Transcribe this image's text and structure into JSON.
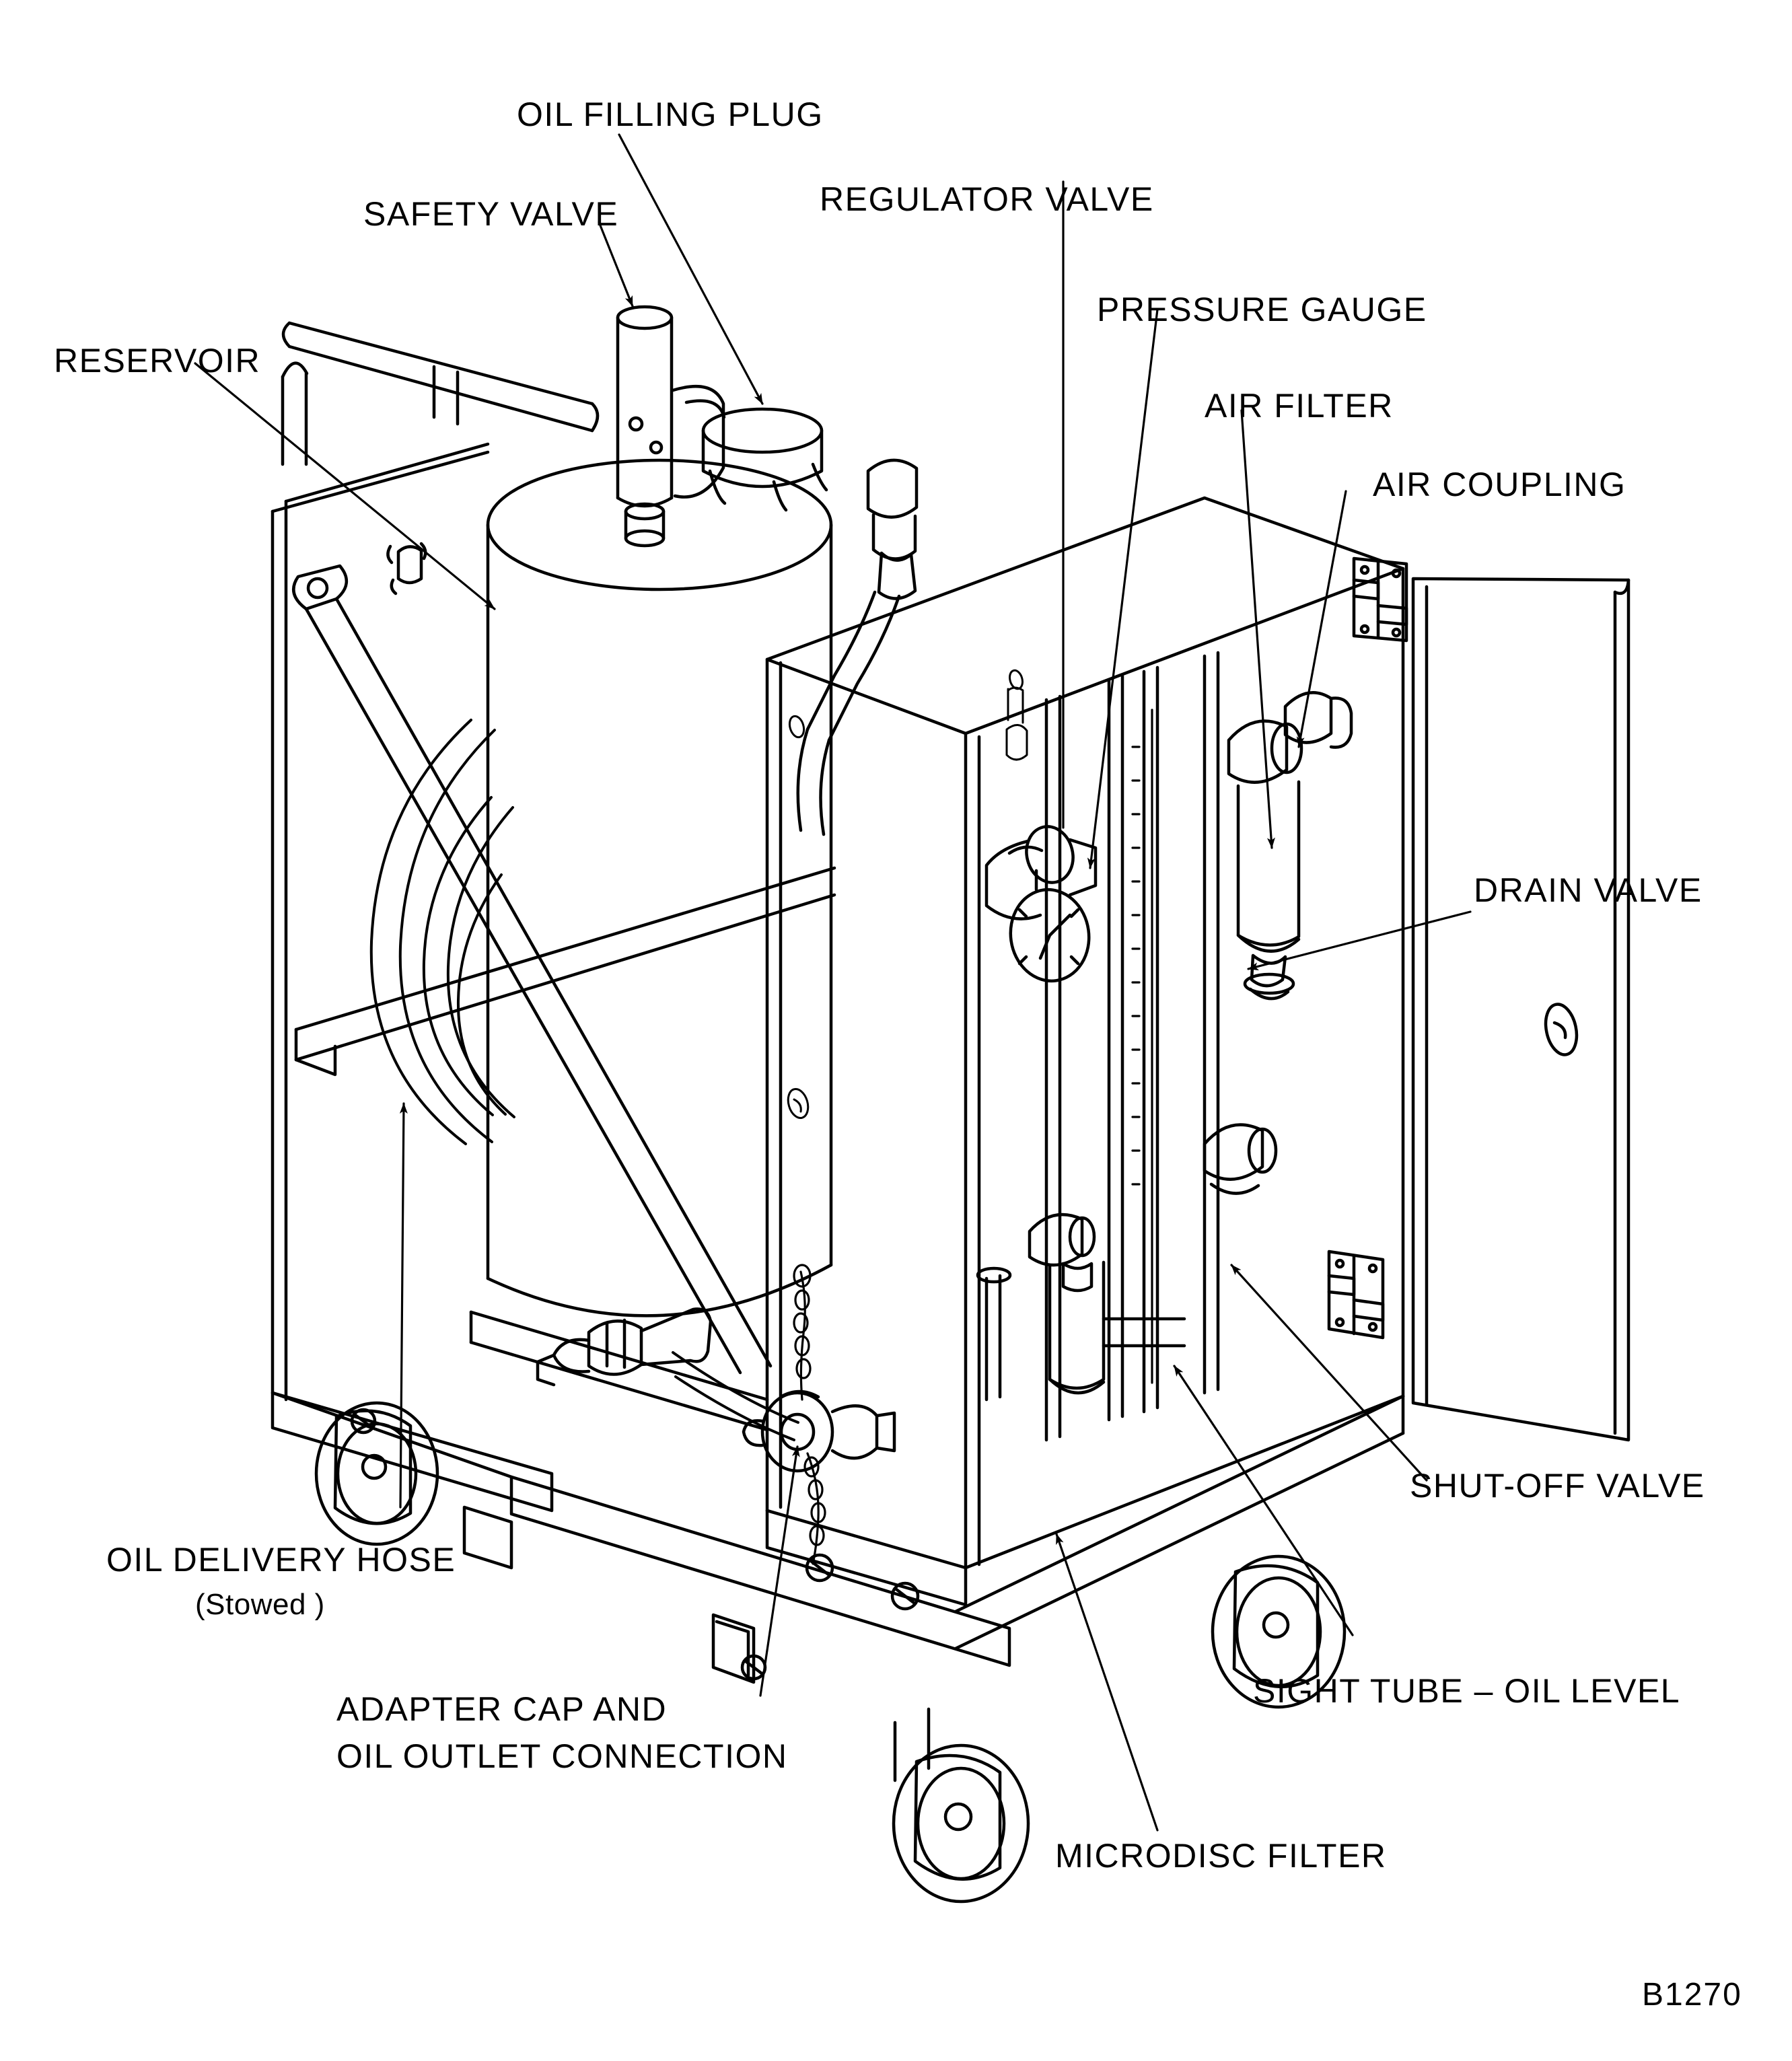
{
  "figure": {
    "title": "Oil servicing cart — labelled cutaway illustration",
    "figure_code": "B1270",
    "drawing_color": "#000000",
    "background_color": "#ffffff"
  },
  "callouts": [
    {
      "id": "oil-filling-plug",
      "label": "OIL FILLING PLUG"
    },
    {
      "id": "regulator-valve",
      "label": "REGULATOR VALVE"
    },
    {
      "id": "safety-valve",
      "label": "SAFETY VALVE"
    },
    {
      "id": "pressure-gauge",
      "label": "PRESSURE GAUGE"
    },
    {
      "id": "air-filter",
      "label": "AIR FILTER"
    },
    {
      "id": "air-coupling",
      "label": "AIR COUPLING"
    },
    {
      "id": "reservoir",
      "label": "RESERVOIR"
    },
    {
      "id": "drain-valve",
      "label": "DRAIN VALVE"
    },
    {
      "id": "shut-off-valve",
      "label": "SHUT-OFF VALVE"
    },
    {
      "id": "sight-tube-oil-level",
      "label": "SIGHT TUBE – OIL LEVEL"
    },
    {
      "id": "microdisc-filter",
      "label": "MICRODISC FILTER"
    },
    {
      "id": "oil-delivery-hose",
      "label": "OIL DELIVERY HOSE"
    },
    {
      "id": "oil-delivery-hose-state",
      "label": "(Stowed )"
    },
    {
      "id": "adapter-cap-line-1",
      "label": "ADAPTER CAP AND"
    },
    {
      "id": "adapter-cap-line-2",
      "label": "OIL OUTLET CONNECTION"
    }
  ]
}
